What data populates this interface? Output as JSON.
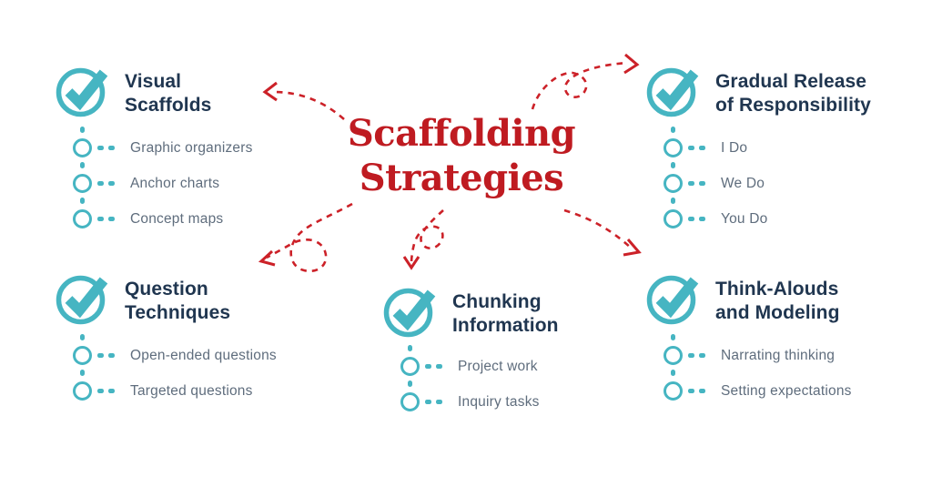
{
  "colors": {
    "teal": "#46b5c2",
    "navy": "#203650",
    "gray": "#5f6d7d",
    "red": "#bf1b21",
    "arrow-red": "#cc2128"
  },
  "center_title": {
    "line1": "Scaffolding",
    "line2": "Strategies"
  },
  "sections": [
    {
      "id": "visual-scaffolds",
      "title_line1": "Visual",
      "title_line2": "Scaffolds",
      "items": [
        "Graphic organizers",
        "Anchor charts",
        "Concept maps"
      ]
    },
    {
      "id": "gradual-release",
      "title_line1": "Gradual Release",
      "title_line2": "of Responsibility",
      "items": [
        "I Do",
        "We Do",
        "You Do"
      ]
    },
    {
      "id": "question-techniques",
      "title_line1": "Question",
      "title_line2": "Techniques",
      "items": [
        "Open-ended questions",
        "Targeted questions"
      ]
    },
    {
      "id": "chunking-information",
      "title_line1": "Chunking",
      "title_line2": "Information",
      "items": [
        "Project work",
        "Inquiry tasks"
      ]
    },
    {
      "id": "think-alouds",
      "title_line1": "Think-Alouds",
      "title_line2": "and Modeling",
      "items": [
        "Narrating thinking",
        "Setting expectations"
      ]
    }
  ],
  "icons": {
    "check": "check-circle-icon",
    "bullet": "bullet-ring-icon",
    "arrow": "dashed-arrow-icon"
  }
}
